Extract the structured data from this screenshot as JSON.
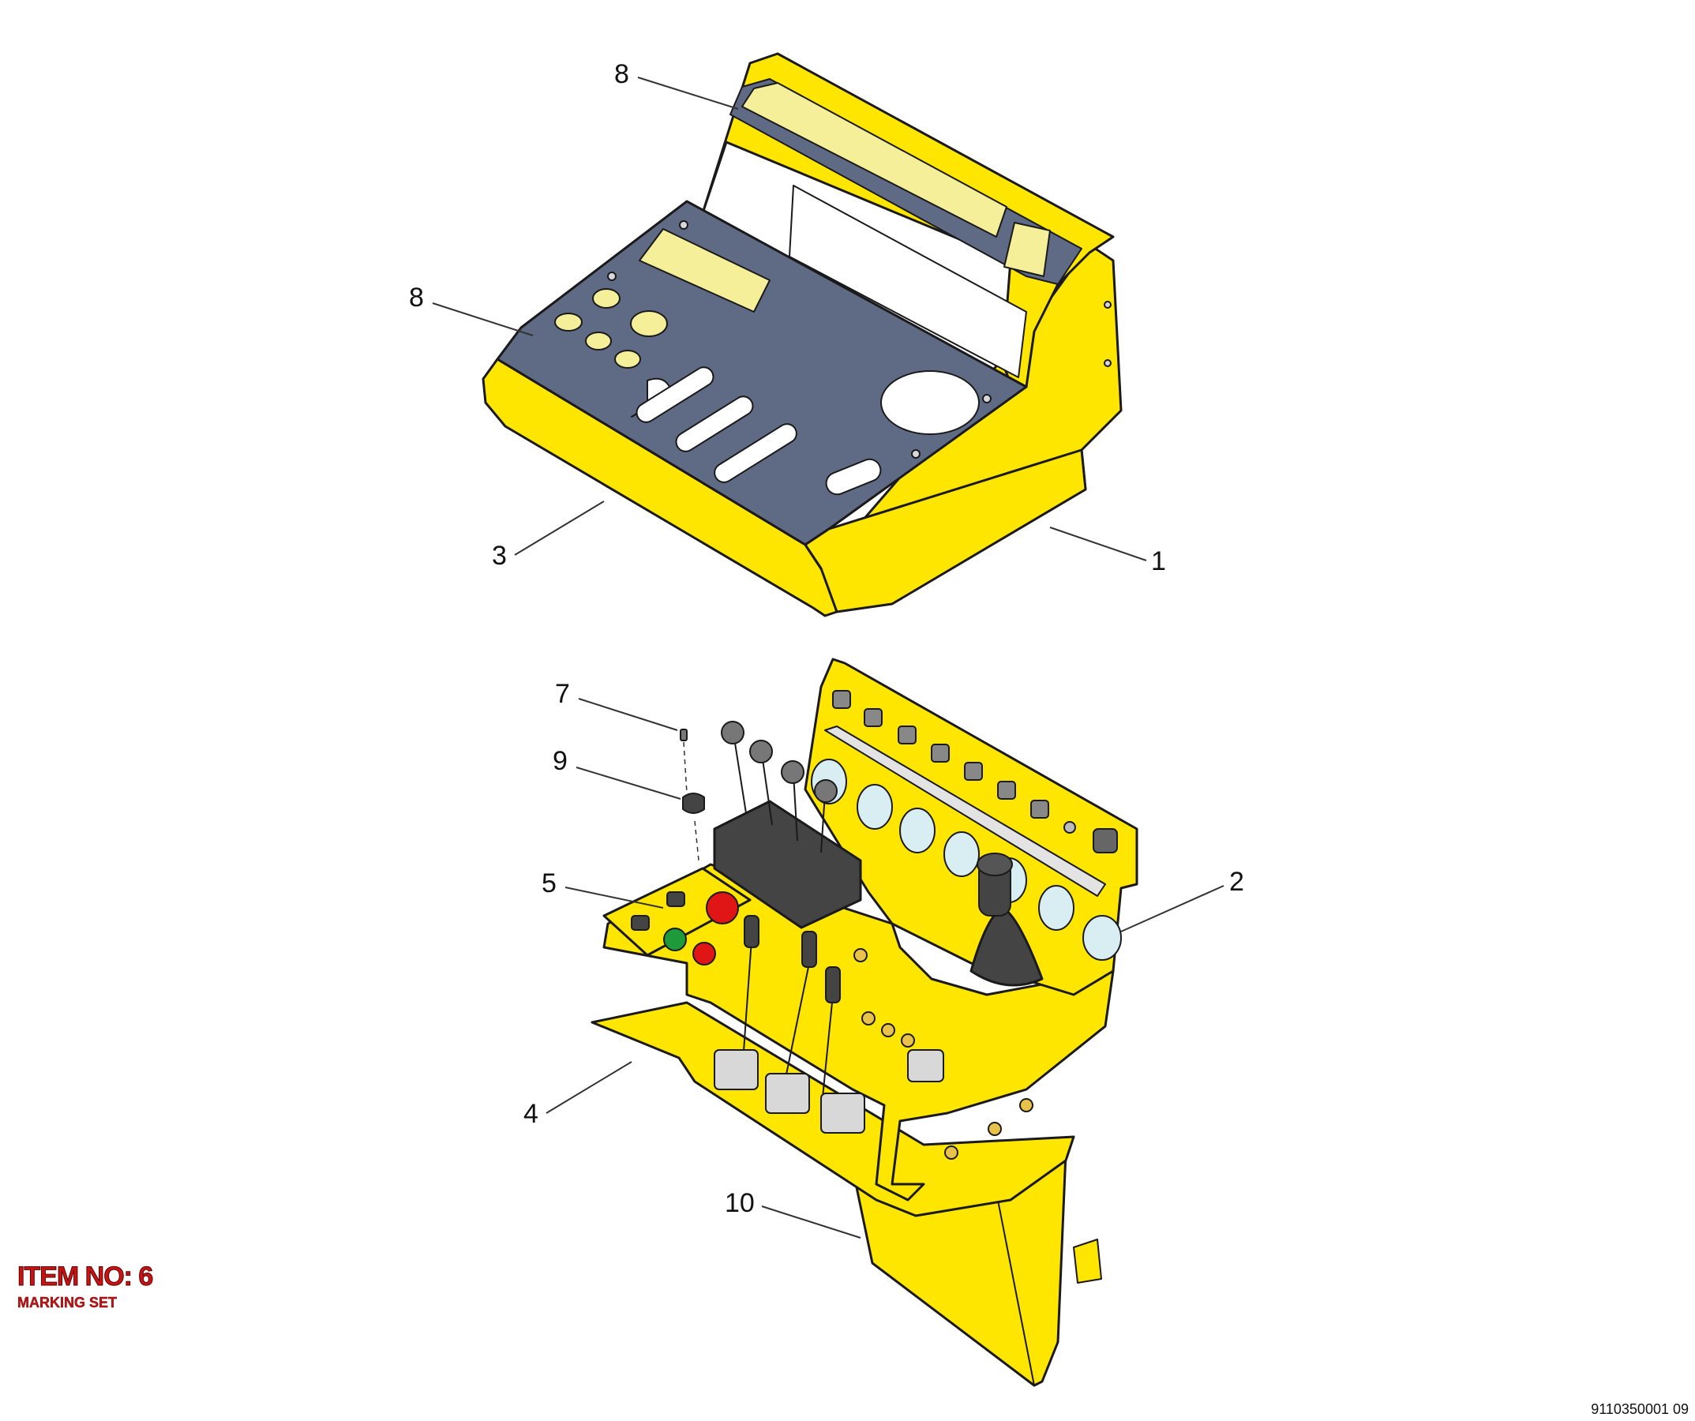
{
  "item": {
    "title": "ITEM NO: 6",
    "subtitle": "MARKING SET"
  },
  "drawing_number": "9110350001 09",
  "callouts": {
    "c1": "1",
    "c2": "2",
    "c3": "3",
    "c4": "4",
    "c5": "5",
    "c7": "7",
    "c8a": "8",
    "c8b": "8",
    "c9": "9",
    "c10": "10"
  },
  "colors": {
    "body_yellow": "#ffe600",
    "decal_grey": "#5f6b84",
    "decal_yellow": "#f5ef9a",
    "gauge_blue": "#d9eef2",
    "knob_dark": "#444444",
    "button_red": "#e01515",
    "button_green": "#1f9a3a",
    "metal": "#d8d8d8",
    "fitting_brass": "#e8c24a"
  }
}
